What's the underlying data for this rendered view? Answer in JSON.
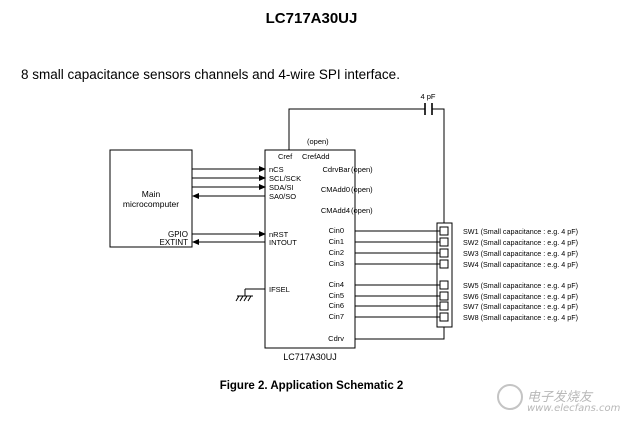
{
  "title": "LC717A30UJ",
  "subtitle": "8 small capacitance sensors channels and 4-wire SPI interface.",
  "caption": "Figure 2. Application Schematic 2",
  "micro": {
    "line1": "Main",
    "line2": "microcomputer",
    "gpio": "GPIO",
    "extint": "EXTINT"
  },
  "chip": {
    "name": "LC717A30UJ",
    "pins_left": [
      "nCS",
      "SCL/SCK",
      "SDA/SI",
      "SA0/SO",
      "nRST",
      "INTOUT",
      "IFSEL"
    ],
    "pins_top": [
      "Cref",
      "CrefAdd",
      "(open)"
    ],
    "pins_right": [
      "CdrvBar",
      "CMAdd0",
      "CMAdd4"
    ],
    "open_label": "(open)",
    "cin": [
      "Cin0",
      "Cin1",
      "Cin2",
      "Cin3",
      "Cin4",
      "Cin5",
      "Cin6",
      "Cin7"
    ],
    "cdrv": "Cdrv"
  },
  "cap_label": "4 pF",
  "switches": [
    "SW1 (Small capacitance : e.g. 4 pF)",
    "SW2 (Small capacitance : e.g. 4 pF)",
    "SW3 (Small capacitance : e.g. 4 pF)",
    "SW4 (Small capacitance : e.g. 4 pF)",
    "SW5 (Small capacitance : e.g. 4 pF)",
    "SW6 (Small capacitance : e.g. 4 pF)",
    "SW7 (Small capacitance : e.g. 4 pF)",
    "SW8 (Small capacitance : e.g. 4 pF)"
  ],
  "watermark": {
    "cn": "电子发烧友",
    "url": "www.elecfans.com"
  }
}
